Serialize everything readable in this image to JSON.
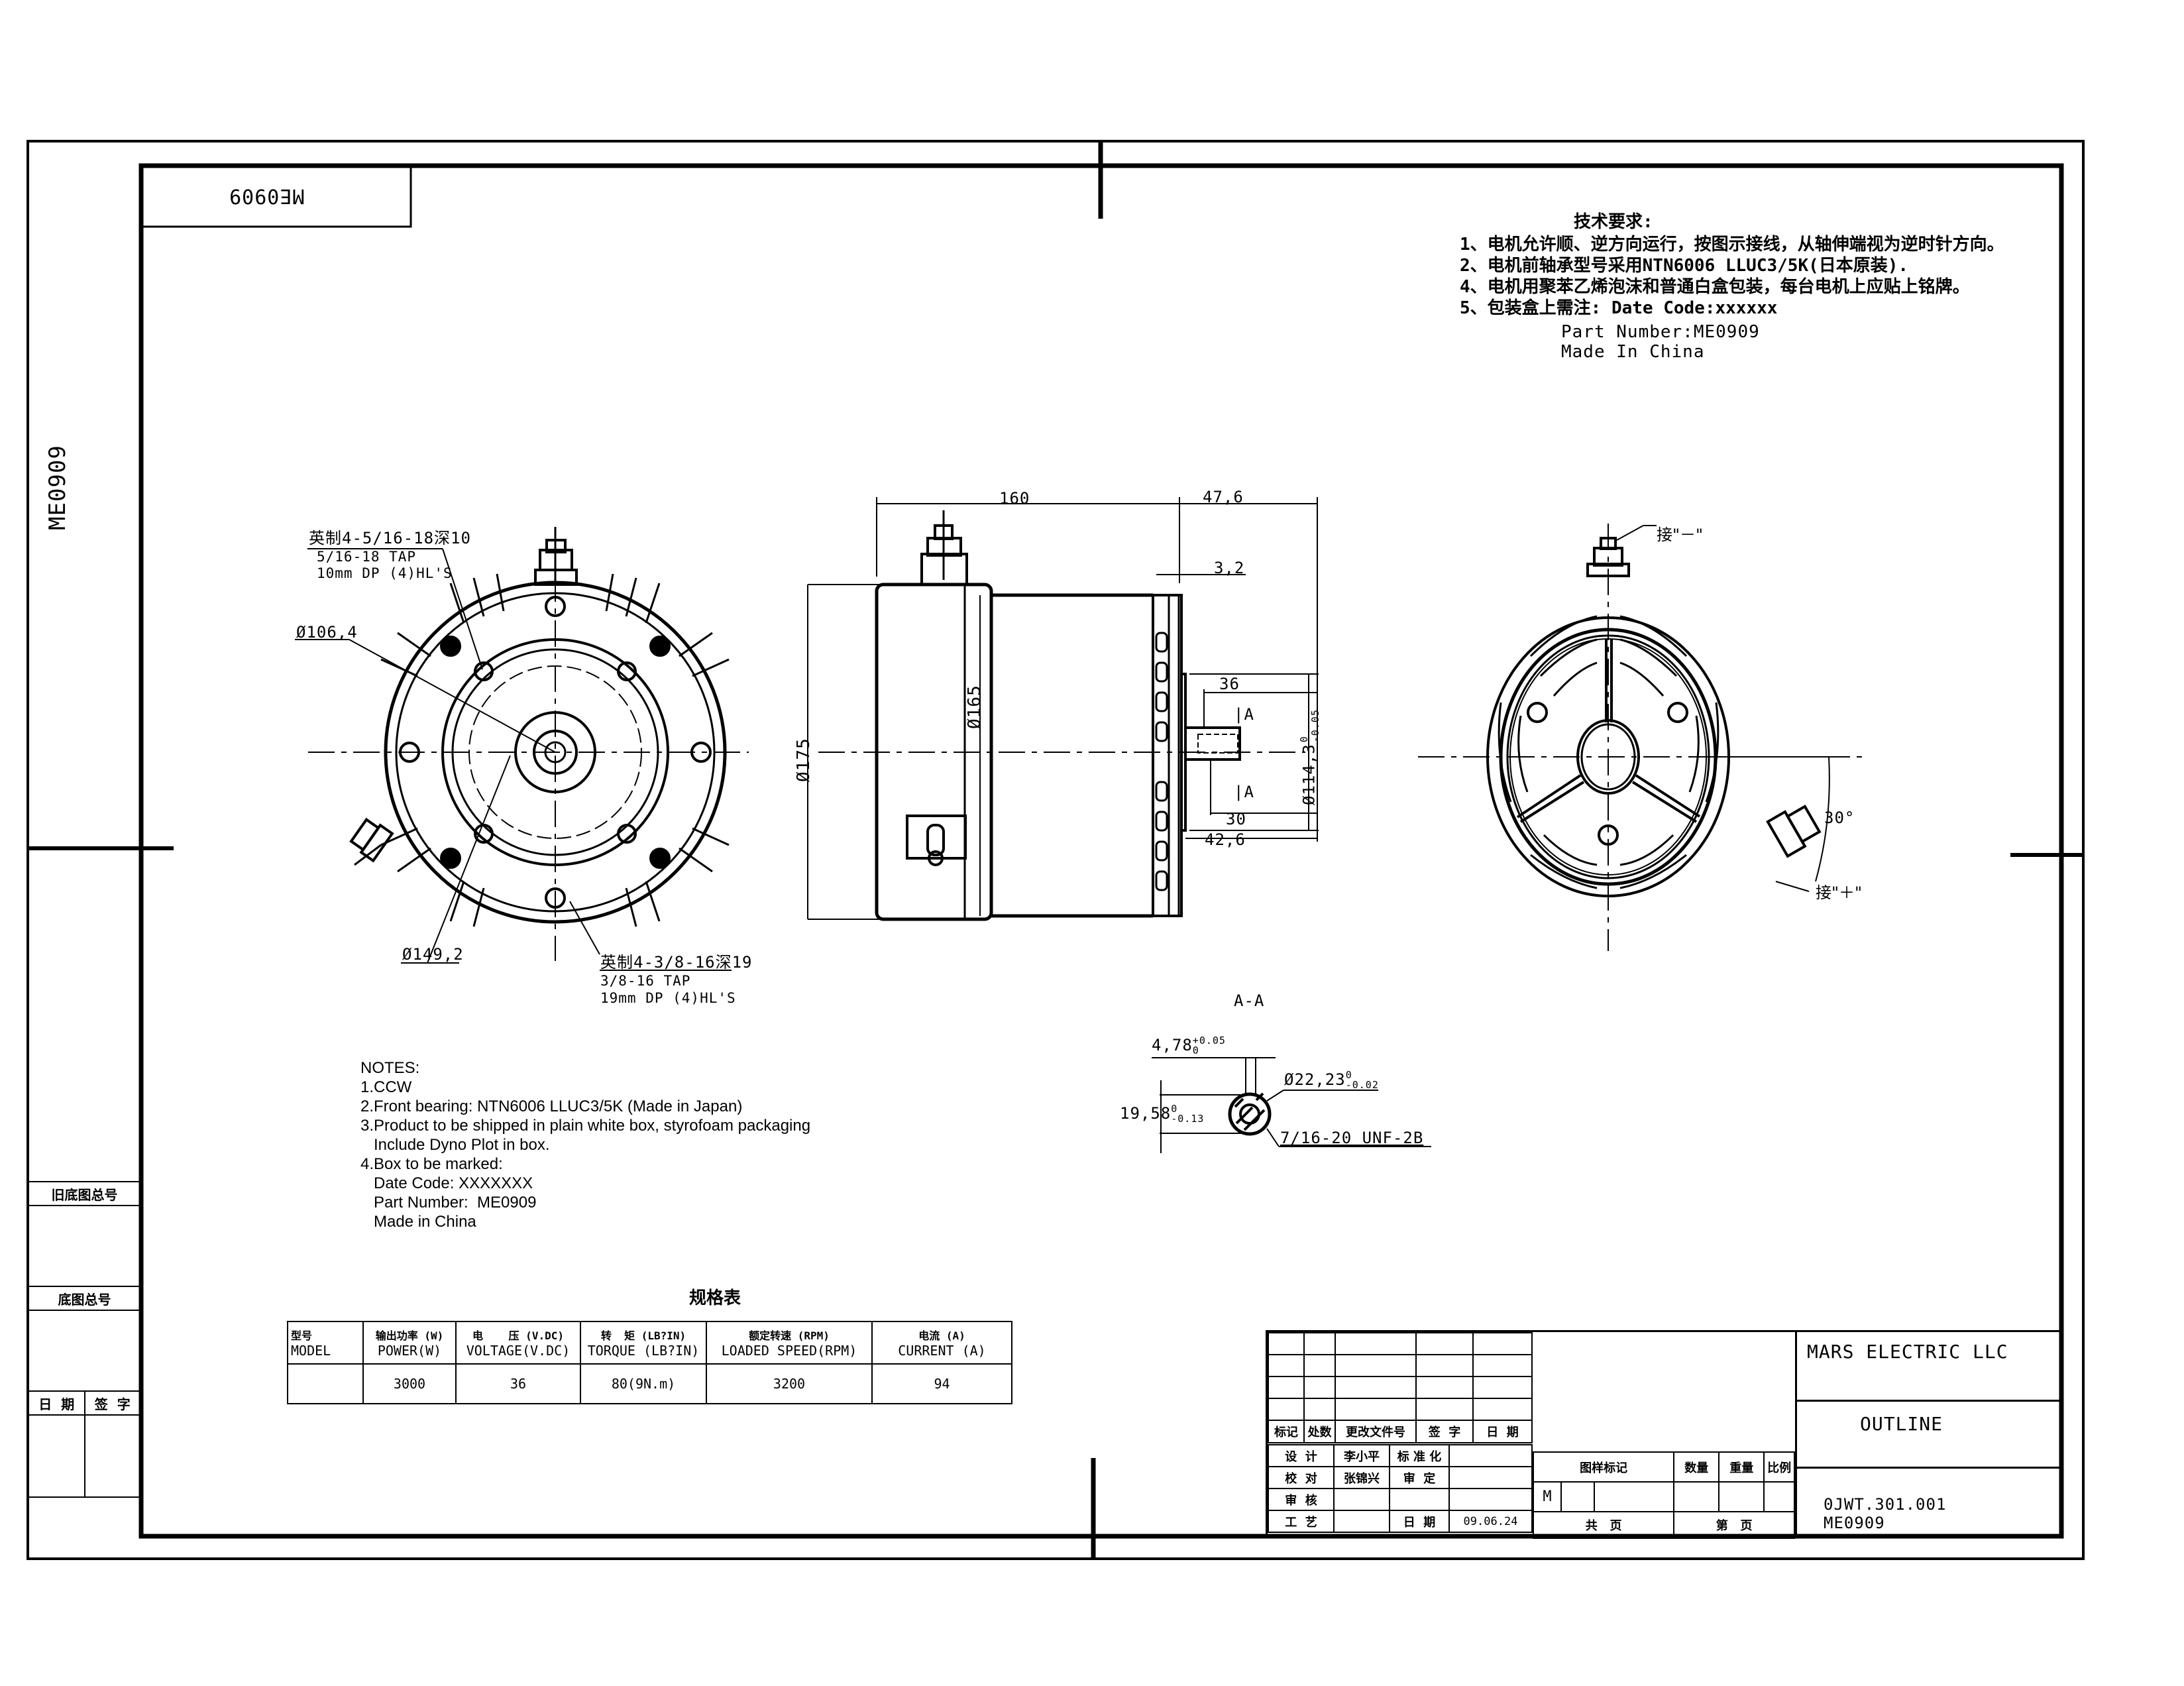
{
  "drawing": {
    "part_number_mirrored": "ME0909",
    "part_number_side": "ME0909"
  },
  "tech_requirements": {
    "title": "技术要求:",
    "items": [
      "1、电机允许顺、逆方向运行，按图示接线，从轴伸端视为逆时针方向。",
      "2、电机前轴承型号采用NTN6006   LLUC3/5K(日本原装).",
      "4、电机用聚苯乙烯泡沫和普通白盒包装，每台电机上应贴上铭牌。",
      "5、包装盒上需注: Date Code:xxxxxx"
    ],
    "continuation": [
      "Part Number:ME0909",
      "Made In China"
    ]
  },
  "front_view": {
    "callout_top_cn": "英制4-5/16-18深10",
    "callout_top_line1": "5/16-18 TAP",
    "callout_top_line2": "10mm DP (4)HL'S",
    "dim_inner": "Ø106,4",
    "dim_outer": "Ø149,2",
    "callout_bottom_cn": "英制4-3/8-16深19",
    "callout_bottom_line1": "3/8-16 TAP",
    "callout_bottom_line2": "19mm DP (4)HL'S"
  },
  "side_view": {
    "dim_length": "160",
    "dim_shaft_ext": "47,6",
    "dim_flange": "3,2",
    "dim_body_dia": "Ø175",
    "dim_housing_dia": "Ø165",
    "dim_pilot_dia": "Ø114,3",
    "dim_pilot_tol_upper": "0",
    "dim_pilot_tol_lower": "-0.05",
    "dim_36": "36",
    "dim_30": "30",
    "dim_42_6": "42,6",
    "section_mark_top": "A",
    "section_mark_bottom": "A"
  },
  "rear_view": {
    "terminal_neg": "接\"－\"",
    "terminal_pos": "接\"＋\"",
    "angle": "30°"
  },
  "section_aa": {
    "title": "A-A",
    "key_width": "4,78",
    "key_width_tol_upper": "+0.05",
    "key_width_tol_lower": "0",
    "shaft_dia": "Ø22,23",
    "shaft_tol_upper": "0",
    "shaft_tol_lower": "-0.02",
    "key_height": "19,58",
    "key_height_tol_upper": "0",
    "key_height_tol_lower": "-0.13",
    "thread": "7/16-20 UNF-2B"
  },
  "notes": {
    "title": "NOTES:",
    "lines": [
      "1.CCW",
      "2.Front bearing: NTN6006 LLUC3/5K (Made in Japan)",
      "3.Product to be shipped in plain white box, styrofoam packaging",
      "   Include Dyno Plot in box.",
      "4.Box to be marked:",
      "   Date Code: XXXXXXX",
      "   Part Number:  ME0909",
      "   Made in China"
    ]
  },
  "spec_table": {
    "title": "规格表",
    "headers": [
      {
        "cn": "型号",
        "en": "MODEL"
      },
      {
        "cn": "输出功率 (W)",
        "en": "POWER(W)"
      },
      {
        "cn": "电    压 (V.DC)",
        "en": "VOLTAGE(V.DC)"
      },
      {
        "cn": "转  矩 (LB?IN)",
        "en": "TORQUE (LB?IN)"
      },
      {
        "cn": "额定转速 (RPM)",
        "en": "LOADED SPEED(RPM)"
      },
      {
        "cn": "电流 (A)",
        "en": "CURRENT (A)"
      }
    ],
    "row": [
      "",
      "3000",
      "36",
      "80(9N.m)",
      "3200",
      "94"
    ]
  },
  "side_panel": {
    "old_base_no": "旧底图总号",
    "base_no": "底图总号",
    "date": "日  期",
    "signature": "签  字"
  },
  "title_block": {
    "company": "MARS ELECTRIC LLC",
    "drawing_title": "OUTLINE",
    "drawing_number": "0JWT.301.001",
    "part_number": "ME0909",
    "rev_headers": [
      "标记",
      "处数",
      "更改文件号",
      "签  字",
      "日  期"
    ],
    "design_label": "设  计",
    "designer": "李小平",
    "standardization_label": "标 准 化",
    "check_label": "校  对",
    "checker": "张锦兴",
    "approve_label": "审  定",
    "review_label": "审  核",
    "process_label": "工  艺",
    "date_label": "日  期",
    "date_value": "09.06.24",
    "stage_label": "图样标记",
    "qty_label": "数量",
    "weight_label": "重量",
    "scale_label": "比例",
    "stage_value": "M",
    "total_pages_label": "共   页",
    "page_label": "第   页"
  }
}
